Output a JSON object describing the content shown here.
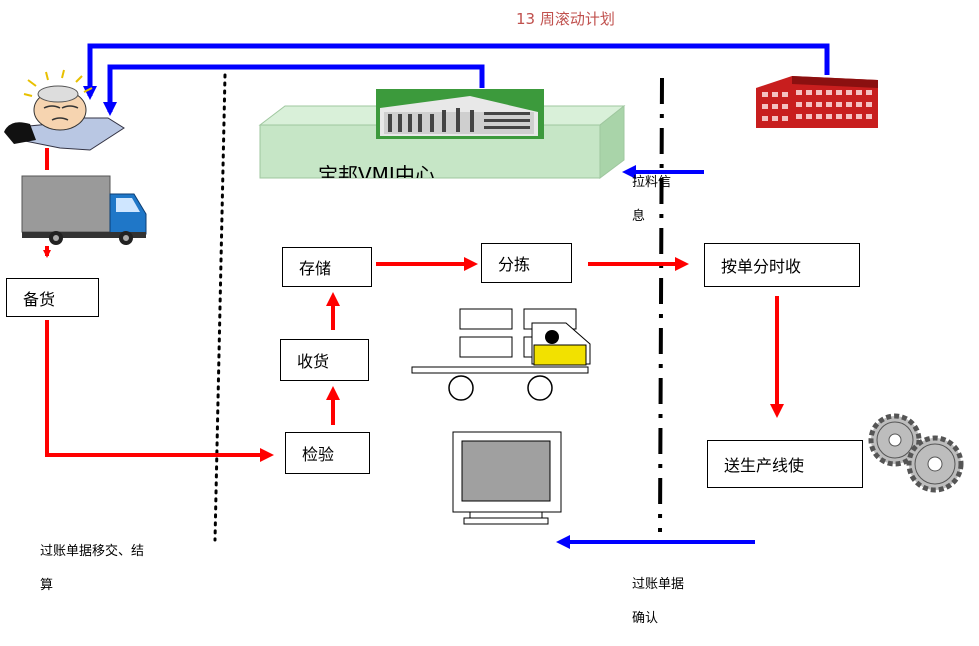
{
  "title": "13 周滚动计划",
  "vmi_center": "宝邦VMI中心",
  "nodes": {
    "stock_prep": "备货",
    "inspection": "检验",
    "receiving": "收货",
    "storage": "存储",
    "sorting": "分拣",
    "order_receive": "按单分时收",
    "deliver_line": "送生产线使"
  },
  "notes": {
    "pull_info_line1": "拉料信",
    "pull_info_line2": "息",
    "posting_transfer_line1": "过账单据移交、结",
    "posting_transfer_line2": "算",
    "posting_confirm_line1": "过账单据",
    "posting_confirm_line2": "确认"
  },
  "colors": {
    "flow_red": "#ff0000",
    "info_blue": "#0000ff",
    "title_red": "#c0504d",
    "vmi_green": "#c6e6c6"
  },
  "icons": [
    "worried-person-icon",
    "delivery-truck-icon",
    "warehouse-building-icon",
    "factory-building-icon",
    "forklift-icon",
    "computer-monitor-icon",
    "gears-icon"
  ]
}
